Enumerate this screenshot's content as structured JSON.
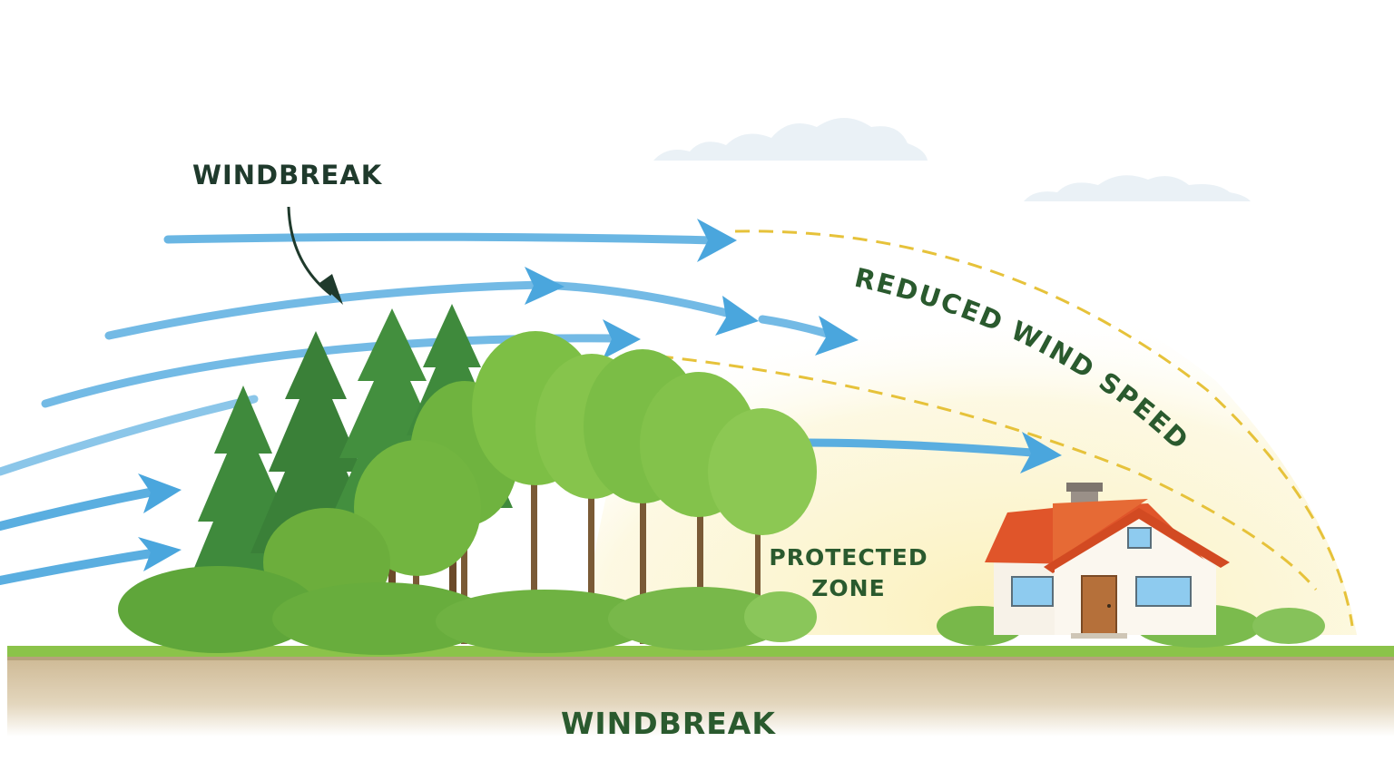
{
  "labels": {
    "windbreak_top": "WINDBREAK",
    "windbreak_bottom": "WINDBREAK",
    "reduced_wind_speed": "REDUCED WIND SPEED",
    "protected_zone_line1": "PROTECTED",
    "protected_zone_line2": "ZONE"
  },
  "colors": {
    "wind_arrow": "#5aaee0",
    "label_dark_green": "#2a5a2e",
    "label_dark": "#1f3a2c",
    "boundary_dash": "#e6c23a",
    "protected_glow": "#fbf3c8",
    "conifer": "#3f8a3c",
    "deciduous": "#77bb44",
    "roof": "#e0552a",
    "grass": "#8bc34a",
    "soil": "#d9c7a6"
  },
  "icons": {
    "house": "house-icon",
    "conifer": "pine-tree-icon",
    "deciduous": "deciduous-tree-icon",
    "cloud": "cloud-icon"
  }
}
